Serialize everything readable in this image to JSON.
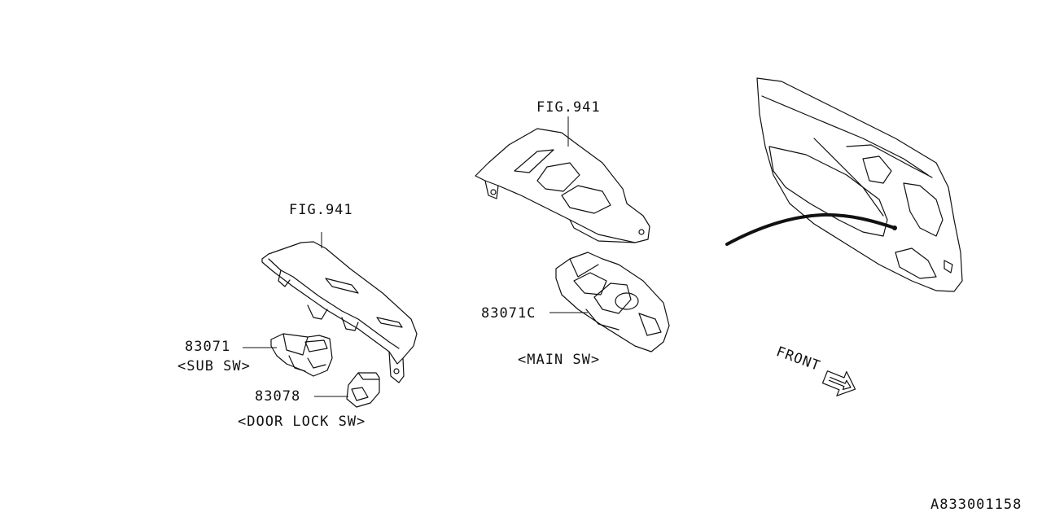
{
  "diagram": {
    "labels": {
      "fig_left": "FIG.941",
      "fig_center": "FIG.941",
      "sub_sw_part": "83071",
      "sub_sw_name": "<SUB SW>",
      "door_lock_part": "83078",
      "door_lock_name": "<DOOR LOCK SW>",
      "main_sw_part": "83071C",
      "main_sw_name": "<MAIN SW>",
      "front": "FRONT",
      "diagram_id": "A833001158"
    },
    "icons": {
      "front_arrow": "double-outline-arrow-icon"
    }
  }
}
